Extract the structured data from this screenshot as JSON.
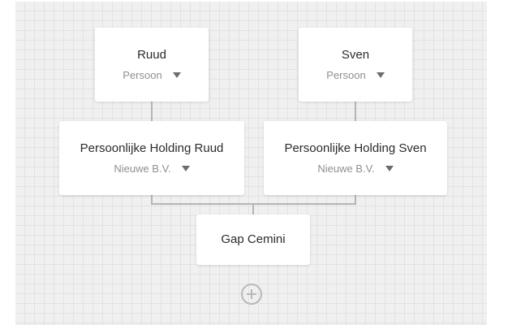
{
  "colors": {
    "canvas": "#f0f0f0",
    "grid": "#e2e2e2",
    "connector": "#b5b5b5",
    "node": "#ffffff"
  },
  "nodes": [
    {
      "id": "ruud",
      "title": "Ruud",
      "type": "Persoon"
    },
    {
      "id": "sven",
      "title": "Sven",
      "type": "Persoon"
    },
    {
      "id": "holding_ruud",
      "title": "Persoonlijke Holding Ruud",
      "type": "Nieuwe B.V."
    },
    {
      "id": "holding_sven",
      "title": "Persoonlijke Holding Sven",
      "type": "Nieuwe B.V."
    },
    {
      "id": "gap_cemini",
      "title": "Gap Cemini"
    }
  ],
  "edges": [
    {
      "from": "ruud",
      "to": "holding_ruud"
    },
    {
      "from": "sven",
      "to": "holding_sven"
    },
    {
      "from": "holding_ruud",
      "to": "gap_cemini"
    },
    {
      "from": "holding_sven",
      "to": "gap_cemini"
    }
  ],
  "icons": {
    "add": "plus-circle-icon",
    "dropdown": "caret-down-icon"
  }
}
